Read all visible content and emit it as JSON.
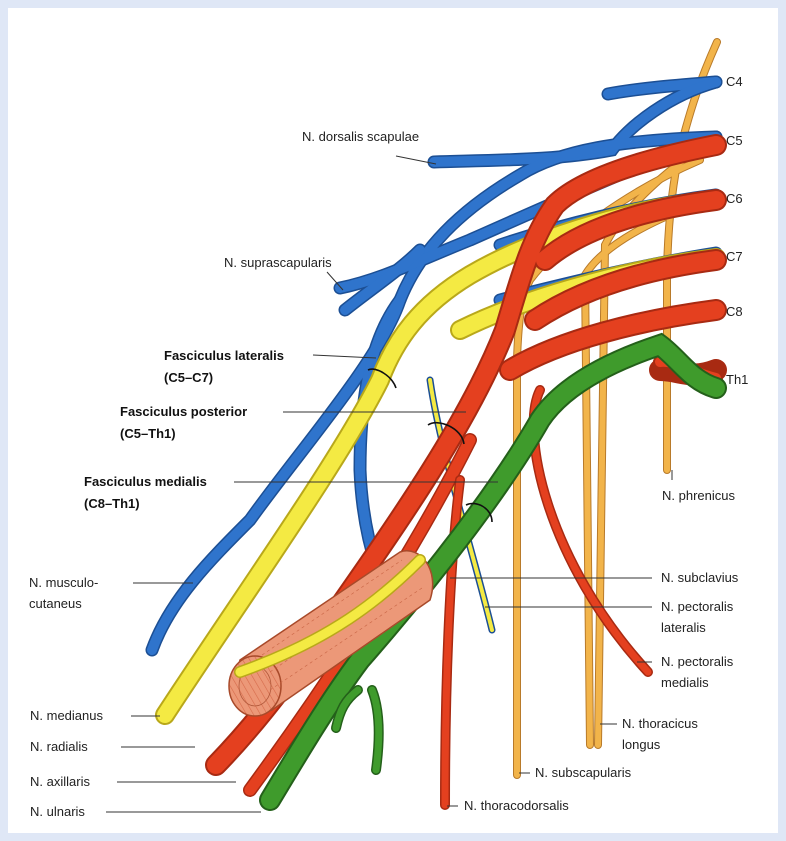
{
  "colors": {
    "frame_bg": "#dfe7f6",
    "canvas_bg": "#ffffff",
    "blue_posterior_branch": "#2f72c8",
    "yellow_lateral": "#f3ea43",
    "red_posterior": "#e4401f",
    "green_medial": "#3e9a2c",
    "orange_branch": "#f1b045",
    "muscle": "#e88a6a"
  },
  "roots": {
    "c4": "C4",
    "c5": "C5",
    "c6": "C6",
    "c7": "C7",
    "c8": "C8",
    "th1": "Th1"
  },
  "labels": {
    "dorsalis_scapulae": "N. dorsalis scapulae",
    "suprascapularis": "N. suprascapularis",
    "fasc_lateralis": "Fasciculus lateralis",
    "fasc_lateralis_range": "(C5–C7)",
    "fasc_posterior": "Fasciculus posterior",
    "fasc_posterior_range": "(C5–Th1)",
    "fasc_medialis": "Fasciculus medialis",
    "fasc_medialis_range": "(C8–Th1)",
    "phrenicus": "N. phrenicus",
    "subclavius": "N. subclavius",
    "pectoralis_lateralis_1": "N. pectoralis",
    "pectoralis_lateralis_2": "lateralis",
    "pectoralis_medialis_1": "N. pectoralis",
    "pectoralis_medialis_2": "medialis",
    "musculocutaneus_1": "N. musculo-",
    "musculocutaneus_2": "cutaneus",
    "medianus": "N. medianus",
    "radialis": "N. radialis",
    "axillaris": "N. axillaris",
    "ulnaris": "N. ulnaris",
    "thoracicus_longus_1": "N. thoracicus",
    "thoracicus_longus_2": "longus",
    "subscapularis": "N. subscapularis",
    "thoracodorsalis": "N. thoracodorsalis"
  }
}
